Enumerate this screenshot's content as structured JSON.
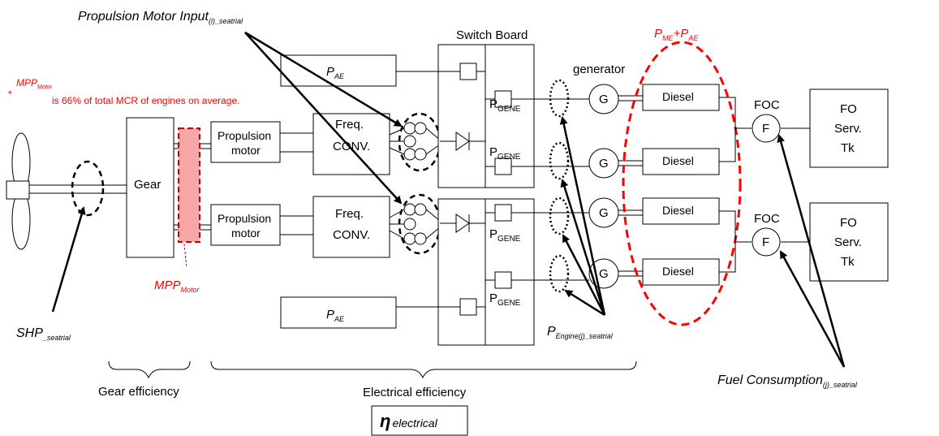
{
  "labels": {
    "propulsion_motor_input": "Propulsion Motor Input",
    "propulsion_motor_input_sub": "(i)_seatrial",
    "switch_board": "Switch Board",
    "pme_pae_p1": "P",
    "pme_pae_sub1": "ME",
    "pme_pae_plus": "+P",
    "pme_pae_sub2": "AE",
    "generator": "generator",
    "mpp_note_star": "*",
    "mpp_note_head": "MPP",
    "mpp_note_head_sub": "Motor",
    "mpp_note_text": "is 66% of total MCR of engines on average.",
    "pae_p": "P",
    "pae_sub": "AE",
    "gear": "Gear",
    "propulsion_motor_line1": "Propulsion",
    "propulsion_motor_line2": "motor",
    "freq_conv_line1": "Freq.",
    "freq_conv_line2": "CONV.",
    "pgene_p": "P",
    "pgene_sub": "GENE",
    "g": "G",
    "diesel": "Diesel",
    "foc": "FOC",
    "f": "F",
    "fo_line1": "FO",
    "fo_line2": "Serv.",
    "fo_line3": "Tk",
    "mpp_motor": "MPP",
    "mpp_motor_sub": "Motor",
    "shp": "SHP",
    "shp_sub": "_seatrial",
    "pengine_p": "P",
    "pengine_sub": "Engine(j)_seatrial",
    "fuel_consumption": "Fuel Consumption",
    "fuel_consumption_sub": "(j)_seatrial",
    "gear_efficiency": "Gear efficiency",
    "electrical_efficiency": "Electrical efficiency",
    "eta": "η",
    "eta_sub": "electrical"
  }
}
